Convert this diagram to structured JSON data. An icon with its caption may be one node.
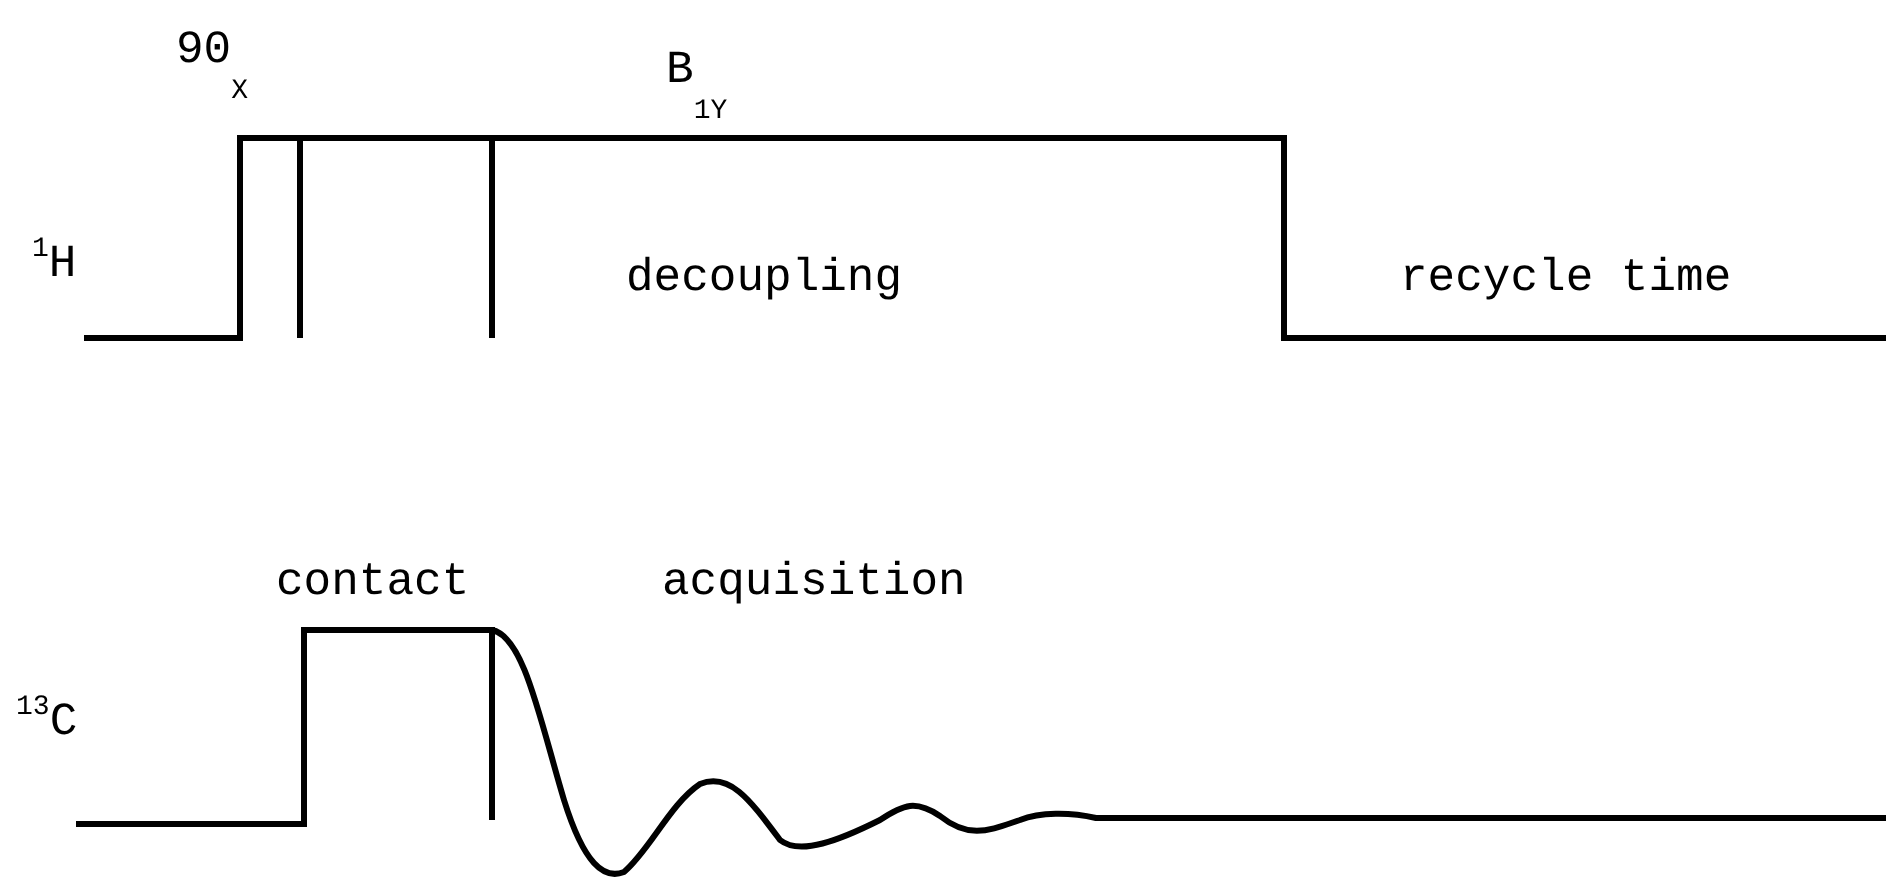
{
  "diagram": {
    "labels": [
      "90$_{X}$",
      "B$_{1Y}$",
      "$^{1}$H",
      "decoupling",
      "recycle time",
      "contact",
      "acquisition",
      "$^{13}$C"
    ]
  }
}
